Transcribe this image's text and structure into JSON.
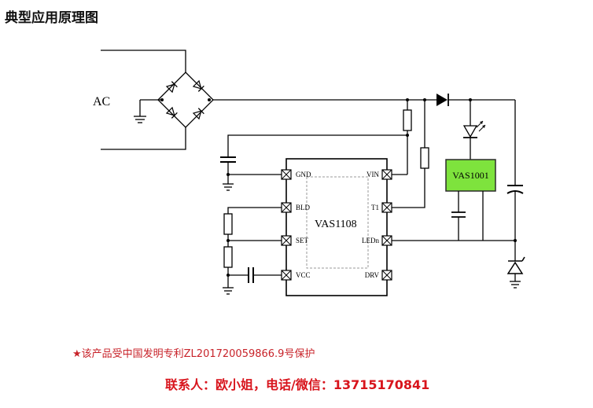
{
  "title": "典型应用原理图",
  "schematic": {
    "ac_label": "AC",
    "main_ic": {
      "name": "VAS1108",
      "pins_left": [
        "GND",
        "BLD",
        "SET",
        "VCC"
      ],
      "pins_right": [
        "VIN",
        "T1",
        "LEDn",
        "DRV"
      ]
    },
    "sub_ic": {
      "name": "VAS1001",
      "fill_color": "#7ee33d"
    }
  },
  "footer": {
    "patent": "★该产品受中国发明专利ZL201720059866.9号保护",
    "contact": "联系人：欧小姐，电话/微信：13715170841"
  },
  "colors": {
    "patent_text": "#c8232a",
    "contact_text": "#d8141c"
  }
}
